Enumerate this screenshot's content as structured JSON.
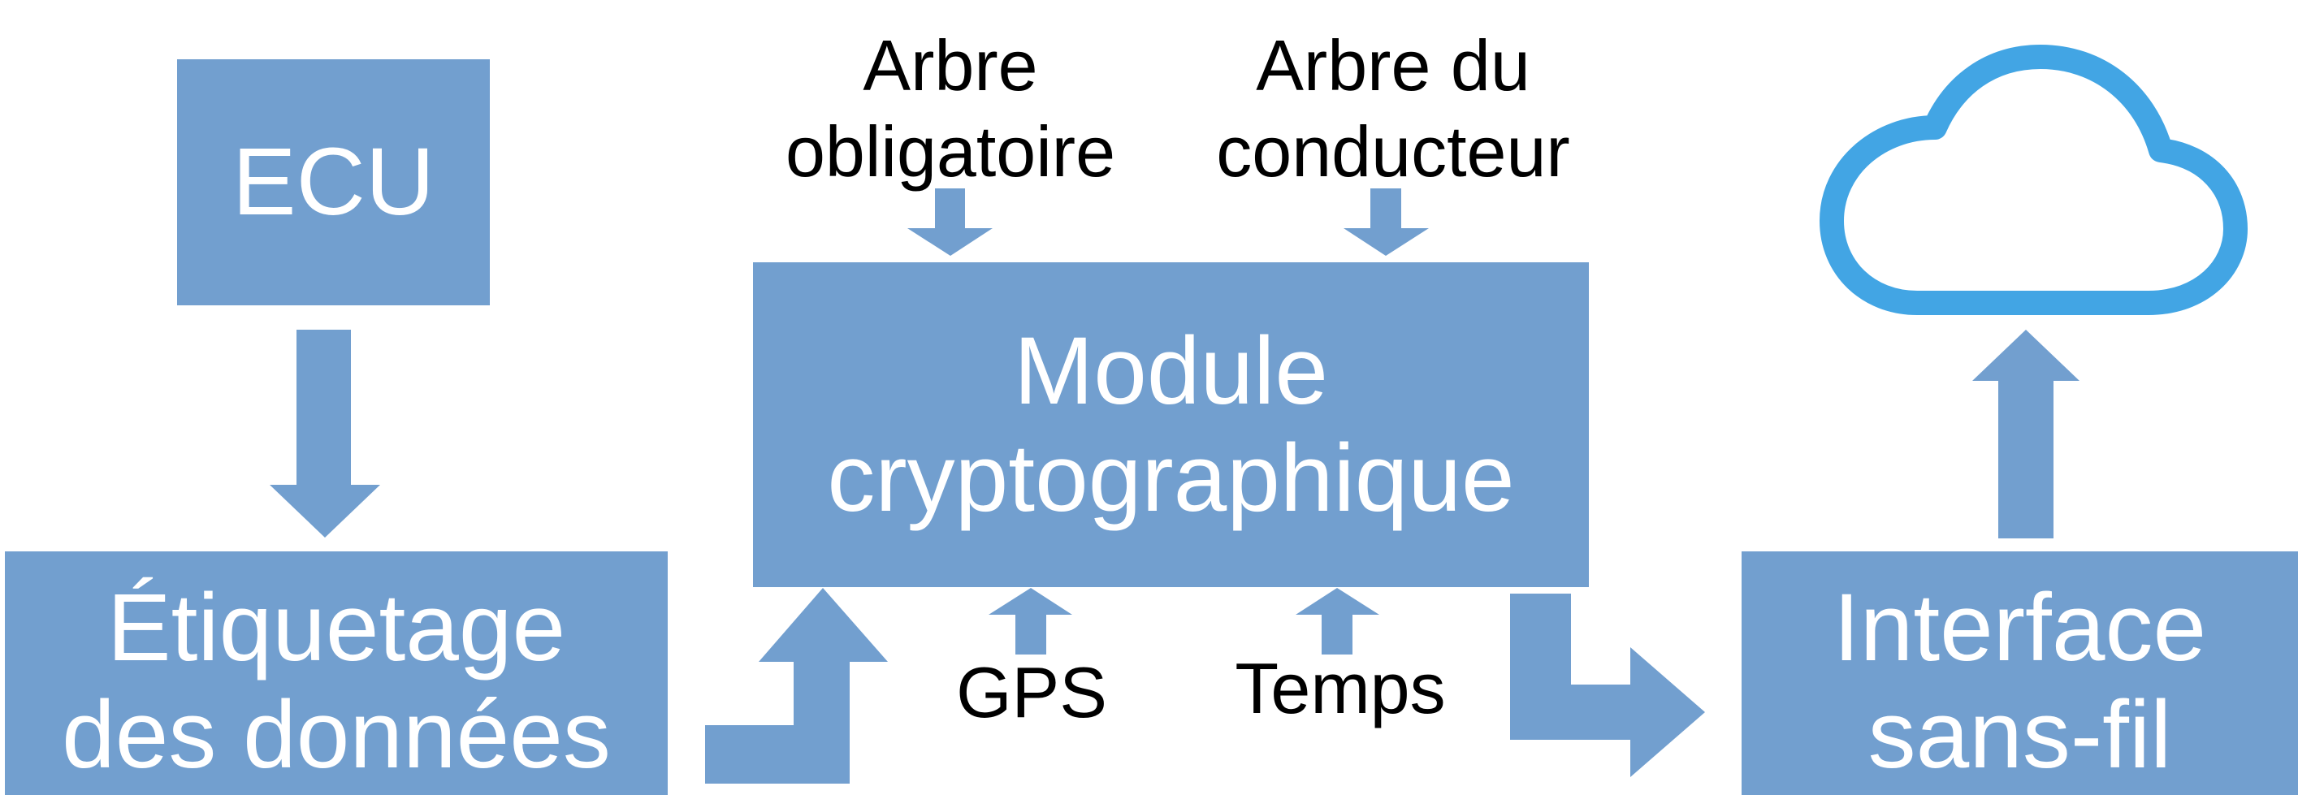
{
  "diagram": {
    "colors": {
      "box_fill": "#729fcf",
      "arrow_fill": "#729fcf",
      "cloud_stroke": "#42a5e4",
      "box_text": "#ffffff",
      "label_text": "#000000"
    },
    "boxes": {
      "ecu": {
        "lines": [
          "ECU"
        ]
      },
      "data_tagging": {
        "lines": [
          "Étiquetage",
          "des données"
        ]
      },
      "crypto_module": {
        "lines": [
          "Module",
          "cryptographique"
        ]
      },
      "wireless_interface": {
        "lines": [
          "Interface",
          "sans-fil"
        ]
      }
    },
    "inputs": {
      "mandatory_tree": {
        "lines": [
          "Arbre",
          "obligatoire"
        ]
      },
      "driver_tree": {
        "lines": [
          "Arbre du",
          "conducteur"
        ]
      },
      "gps": {
        "lines": [
          "GPS"
        ]
      },
      "time": {
        "lines": [
          "Temps"
        ]
      }
    },
    "cloud": {
      "icon": "cloud-icon"
    }
  }
}
